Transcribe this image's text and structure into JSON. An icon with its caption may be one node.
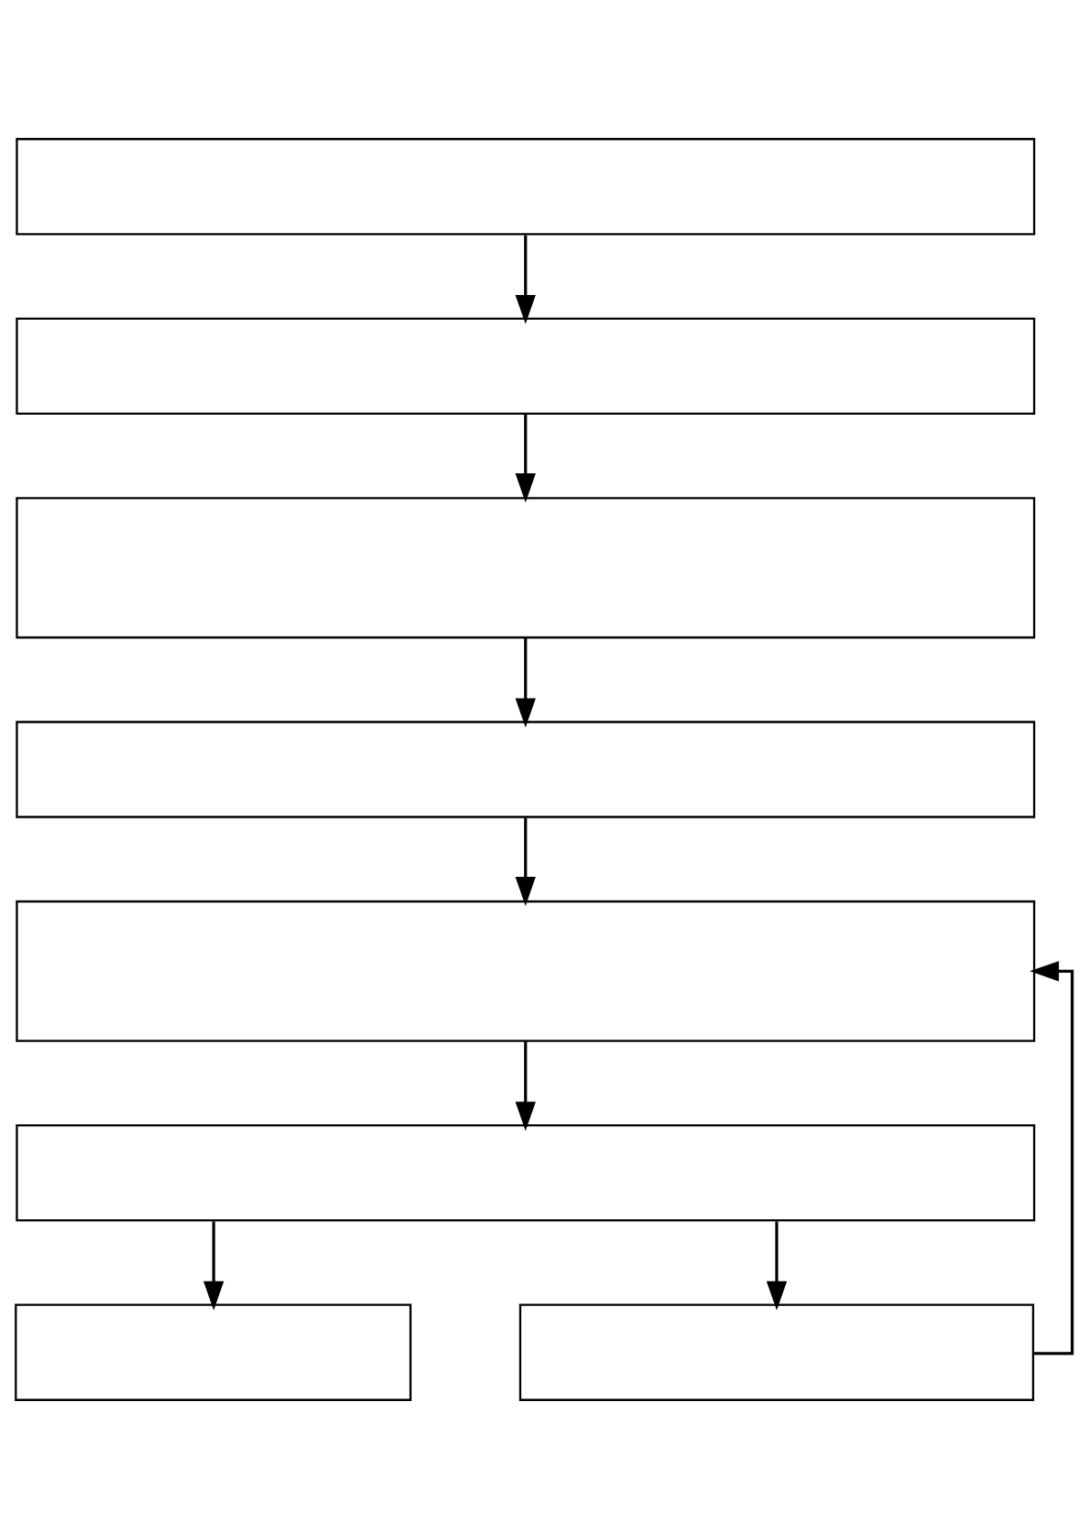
{
  "diagram": {
    "nodes": [
      {
        "text": [],
        "shape": "box"
      },
      {
        "text": [],
        "shape": "box"
      },
      {
        "text": [],
        "shape": "box"
      },
      {
        "text": [],
        "shape": "box"
      },
      {
        "text": [],
        "shape": "box"
      },
      {
        "text": [],
        "shape": "box"
      },
      {
        "text": [],
        "shape": "box"
      },
      {
        "text": [],
        "shape": "box"
      }
    ],
    "edges": [
      {
        "from": 0,
        "to": 1,
        "arrow": "to"
      },
      {
        "from": 1,
        "to": 2,
        "arrow": "to"
      },
      {
        "from": 2,
        "to": 3,
        "arrow": "to"
      },
      {
        "from": 3,
        "to": 4,
        "arrow": "to"
      },
      {
        "from": 4,
        "to": 5,
        "arrow": "to"
      },
      {
        "from": 5,
        "to": 6,
        "arrow": "to"
      },
      {
        "from": 5,
        "to": 7,
        "arrow": "to"
      },
      {
        "from": 7,
        "to": 4,
        "arrow": "to"
      }
    ]
  }
}
